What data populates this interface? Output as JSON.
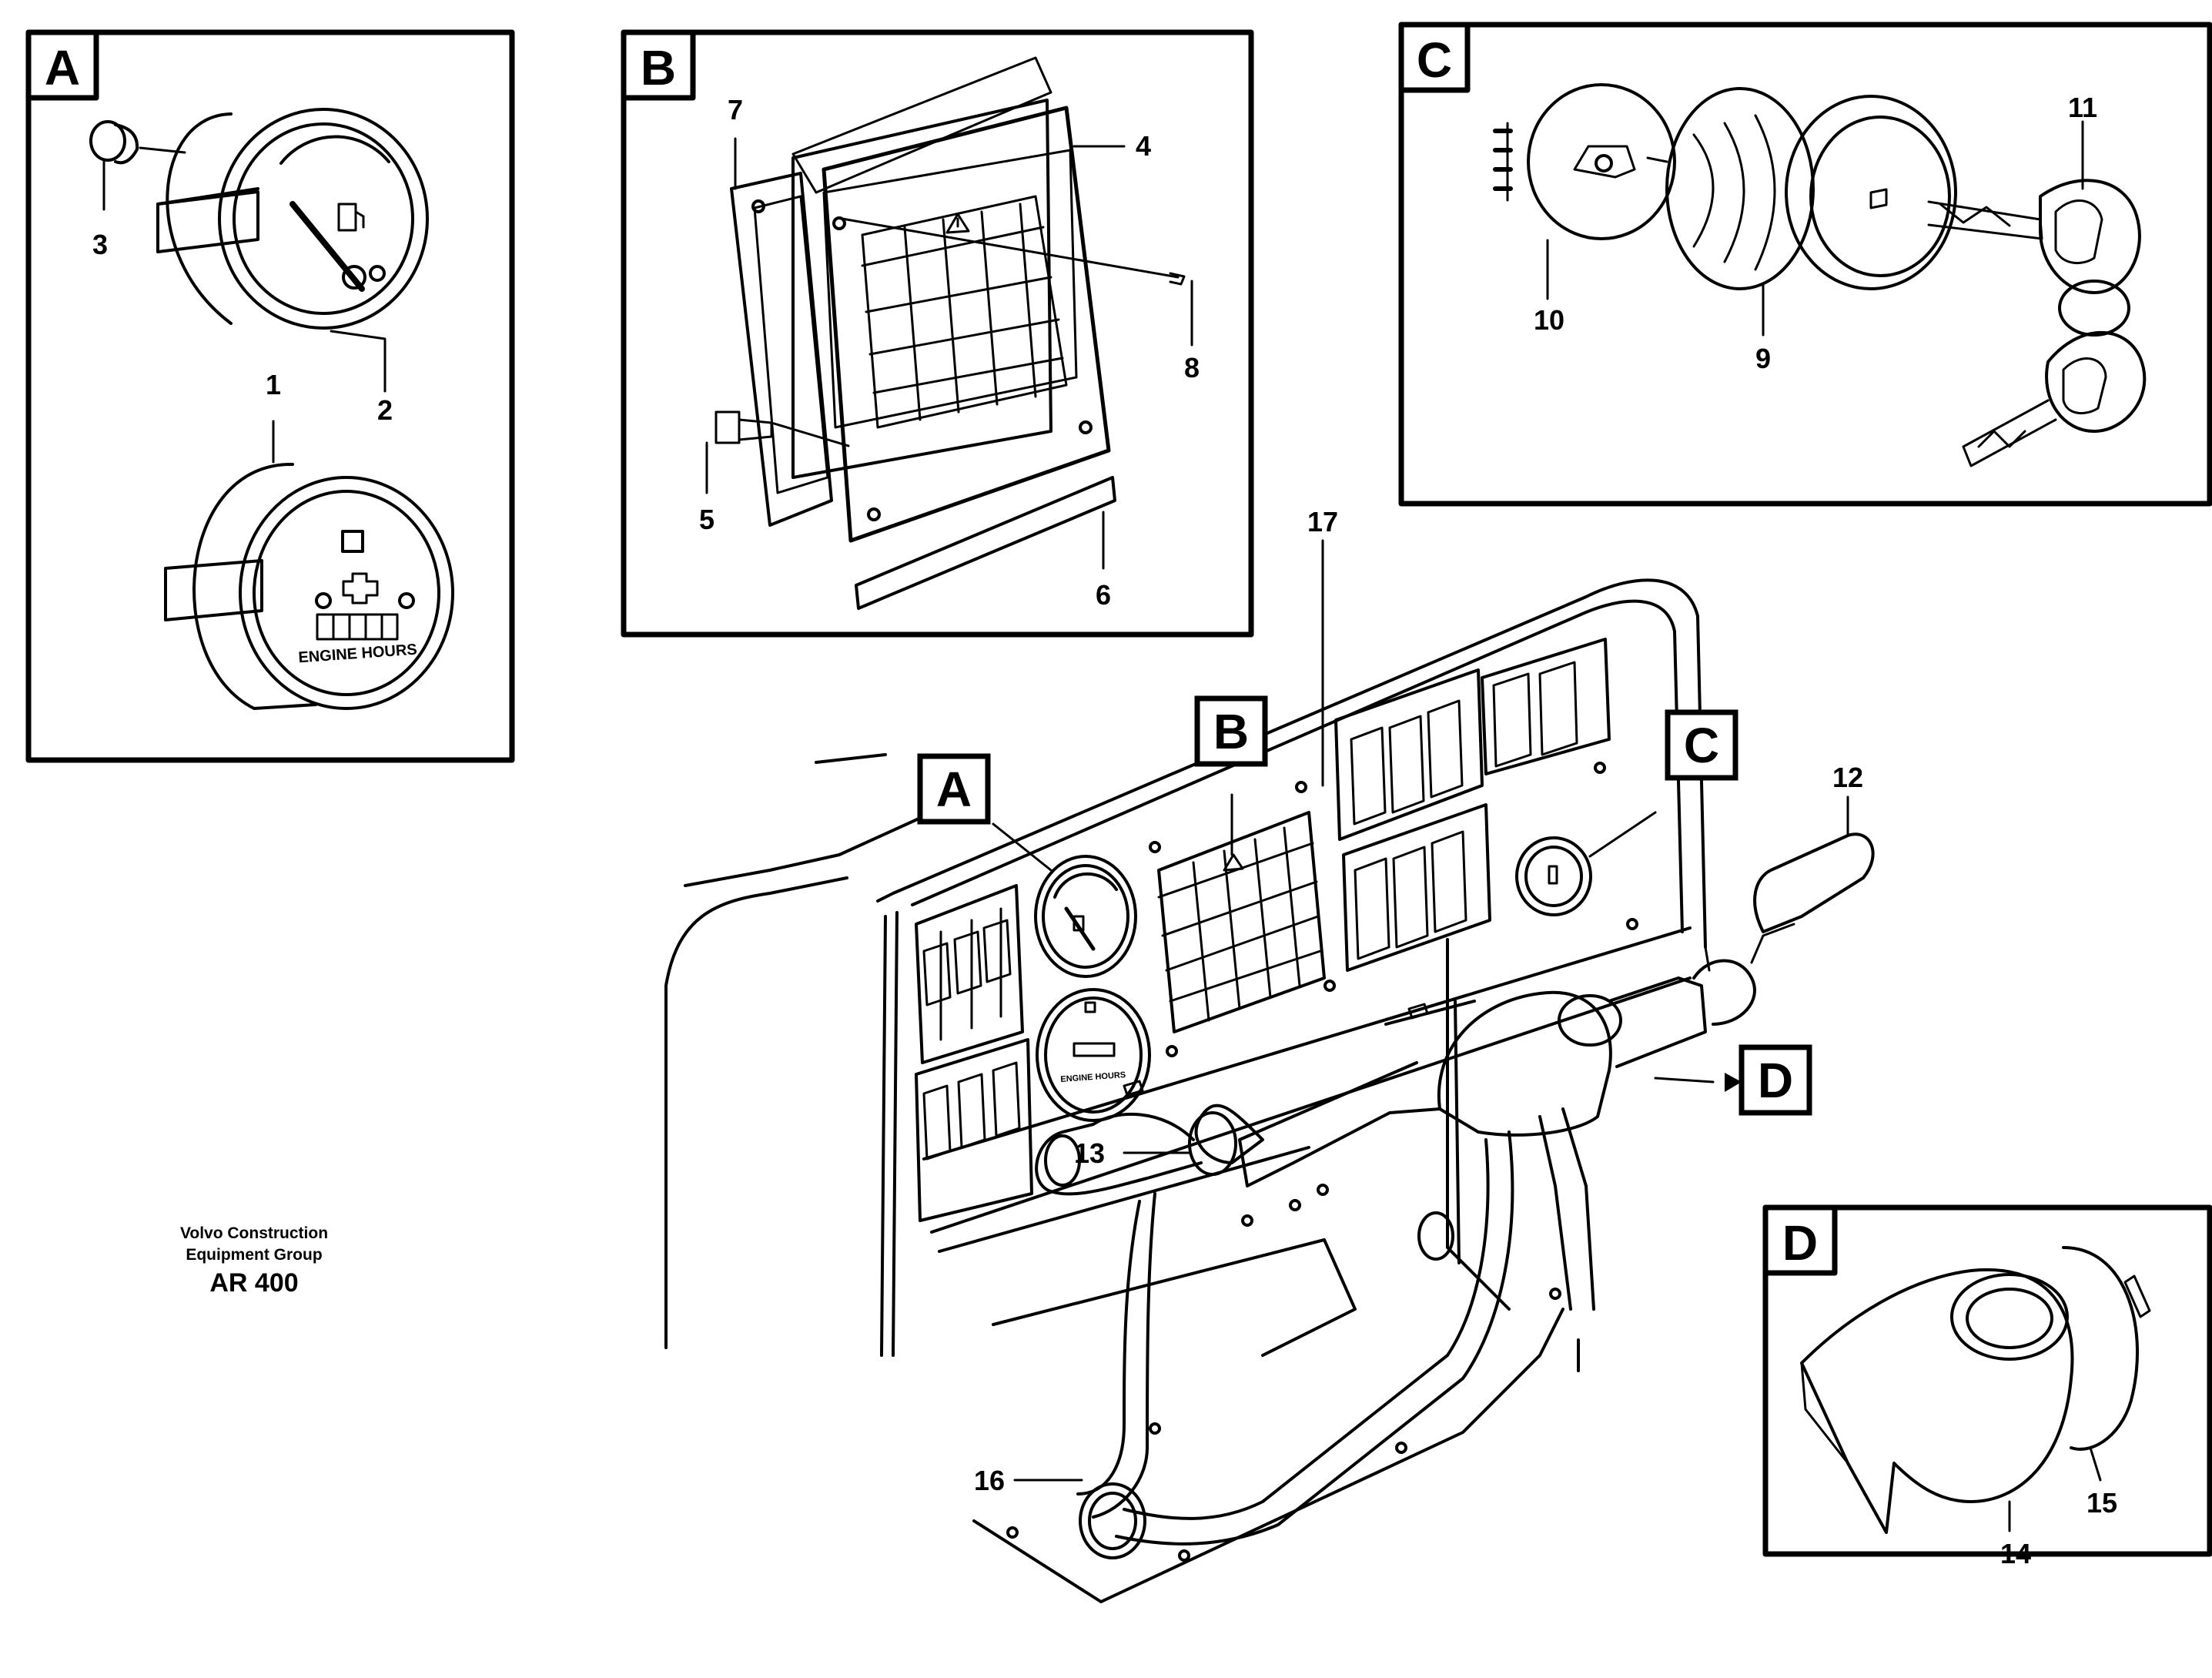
{
  "detail_labels": [
    "A",
    "B",
    "C",
    "D"
  ],
  "callouts": {
    "n1": "1",
    "n2": "2",
    "n3": "3",
    "n4": "4",
    "n5": "5",
    "n6": "6",
    "n7": "7",
    "n8": "8",
    "n9": "9",
    "n10": "10",
    "n11": "11",
    "n12": "12",
    "n13": "13",
    "n14": "14",
    "n15": "15",
    "n16": "16",
    "n17": "17"
  },
  "gauge_text": "ENGINE HOURS",
  "credit": {
    "line1": "Volvo Construction",
    "line2": "Equipment Group",
    "code": "AR 400"
  }
}
